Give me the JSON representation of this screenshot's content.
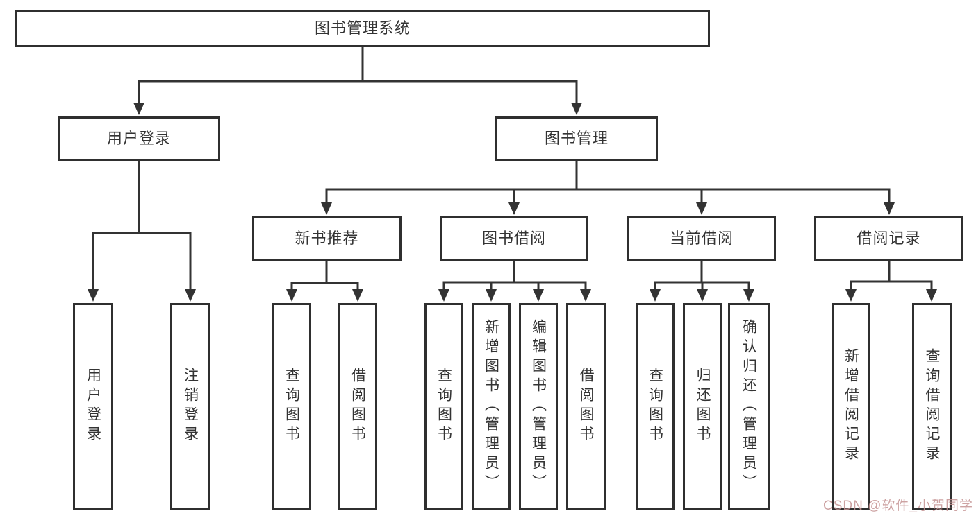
{
  "diagram": {
    "root": {
      "label": "图书管理系统"
    },
    "level2": [
      {
        "label": "用户登录"
      },
      {
        "label": "图书管理"
      }
    ],
    "level3": [
      {
        "label": "新书推荐"
      },
      {
        "label": "图书借阅"
      },
      {
        "label": "当前借阅"
      },
      {
        "label": "借阅记录"
      }
    ],
    "leaves": {
      "user": [
        "用户登录",
        "注销登录"
      ],
      "recommend": [
        "查询图书",
        "借阅图书"
      ],
      "borrow": [
        "查询图书",
        "新增图书（管理员）",
        "编辑图书（管理员）",
        "借阅图书"
      ],
      "current": [
        "查询图书",
        "归还图书",
        "确认归还（管理员）"
      ],
      "records": [
        "新增借阅记录",
        "查询借阅记录"
      ]
    }
  },
  "watermark": {
    "text": "CSDN @软件_小贺同学",
    "color": "#c49292"
  },
  "colors": {
    "line": "#333333",
    "box_border": "#2f2f2f",
    "box_background": "#ffffff",
    "text": "#333333",
    "page_background": "#ffffff"
  }
}
